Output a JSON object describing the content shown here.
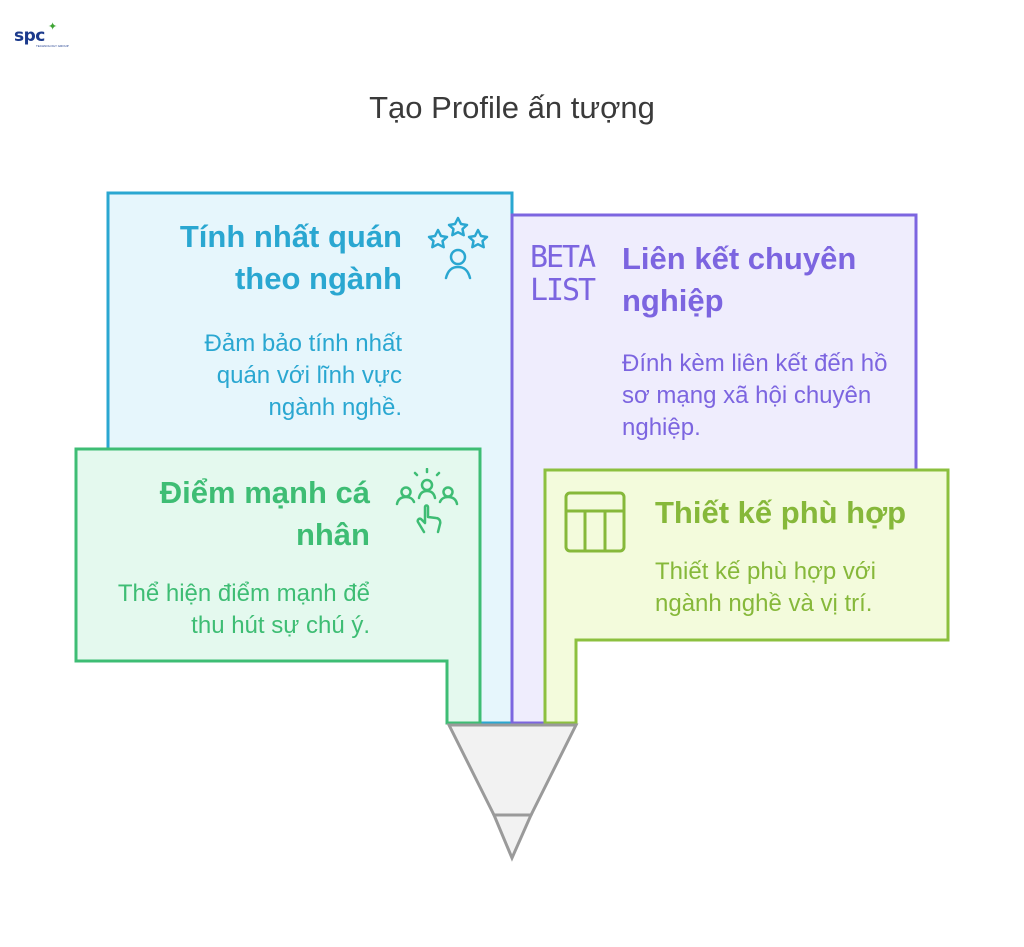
{
  "logo": {
    "text": "spc",
    "sub": "TECHNOLOGY GROUP"
  },
  "title": "Tạo Profile ấn tượng",
  "cards": {
    "consistency": {
      "title": "Tính nhất quán theo ngành",
      "desc": "Đảm bảo tính nhất quán với lĩnh vực ngành nghề.",
      "icon": "stars-person-icon",
      "color": "#2aa7d1"
    },
    "links": {
      "title": "Liên kết chuyên nghiệp",
      "desc": "Đính kèm liên kết đến hồ sơ mạng xã hội chuyên nghiệp.",
      "icon": "betalist-icon",
      "icon_text": [
        "BETA",
        "LIST"
      ],
      "color": "#7c65e0"
    },
    "strengths": {
      "title": "Điểm mạnh cá nhân",
      "desc": "Thể hiện điểm mạnh để thu hút sự chú ý.",
      "icon": "people-pointer-icon",
      "color": "#3ebd74"
    },
    "design": {
      "title": "Thiết kế phù hợp",
      "desc": "Thiết kế phù hợp với ngành nghề và vị trí.",
      "icon": "layout-icon",
      "color": "#86b83a"
    }
  }
}
